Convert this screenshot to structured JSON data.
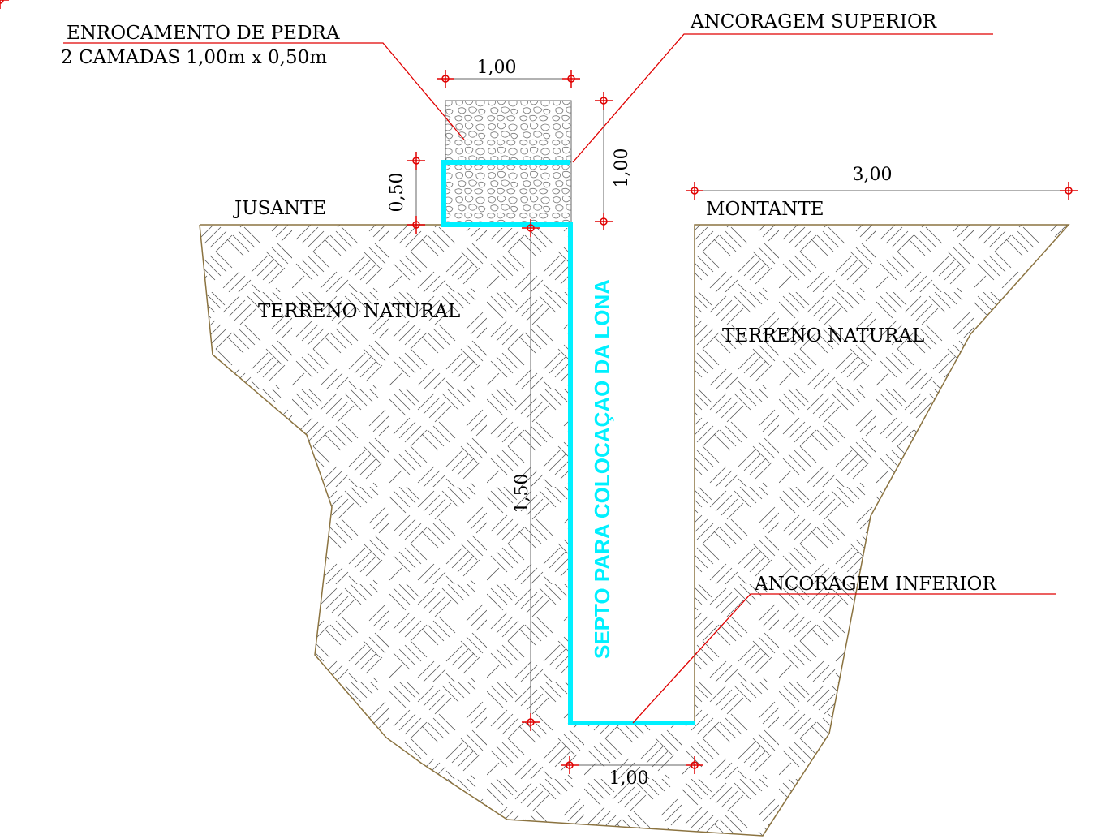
{
  "labels": {
    "enrocamento_line1": "ENROCAMENTO DE PEDRA",
    "enrocamento_line2": "2 CAMADAS 1,00m x 0,50m",
    "ancoragem_superior": "ANCORAGEM SUPERIOR",
    "ancoragem_inferior": "ANCORAGEM INFERIOR",
    "jusante": "JUSANTE",
    "montante": "MONTANTE",
    "terreno_left": "TERRENO NATURAL",
    "terreno_right": "TERRENO NATURAL",
    "septo": "SEPTO PARA COLOCAÇAO DA LONA"
  },
  "dimensions": {
    "top_width": "1,00",
    "top_height": "1,00",
    "layer_height": "0,50",
    "trench_depth": "1,50",
    "right_width": "3,00",
    "bottom_width": "1,00"
  },
  "colors": {
    "liner": "#00f0ff",
    "leader": "#e00000",
    "ground_outline": "#8b7340",
    "hatch": "#555555",
    "dimension": "#666666"
  }
}
